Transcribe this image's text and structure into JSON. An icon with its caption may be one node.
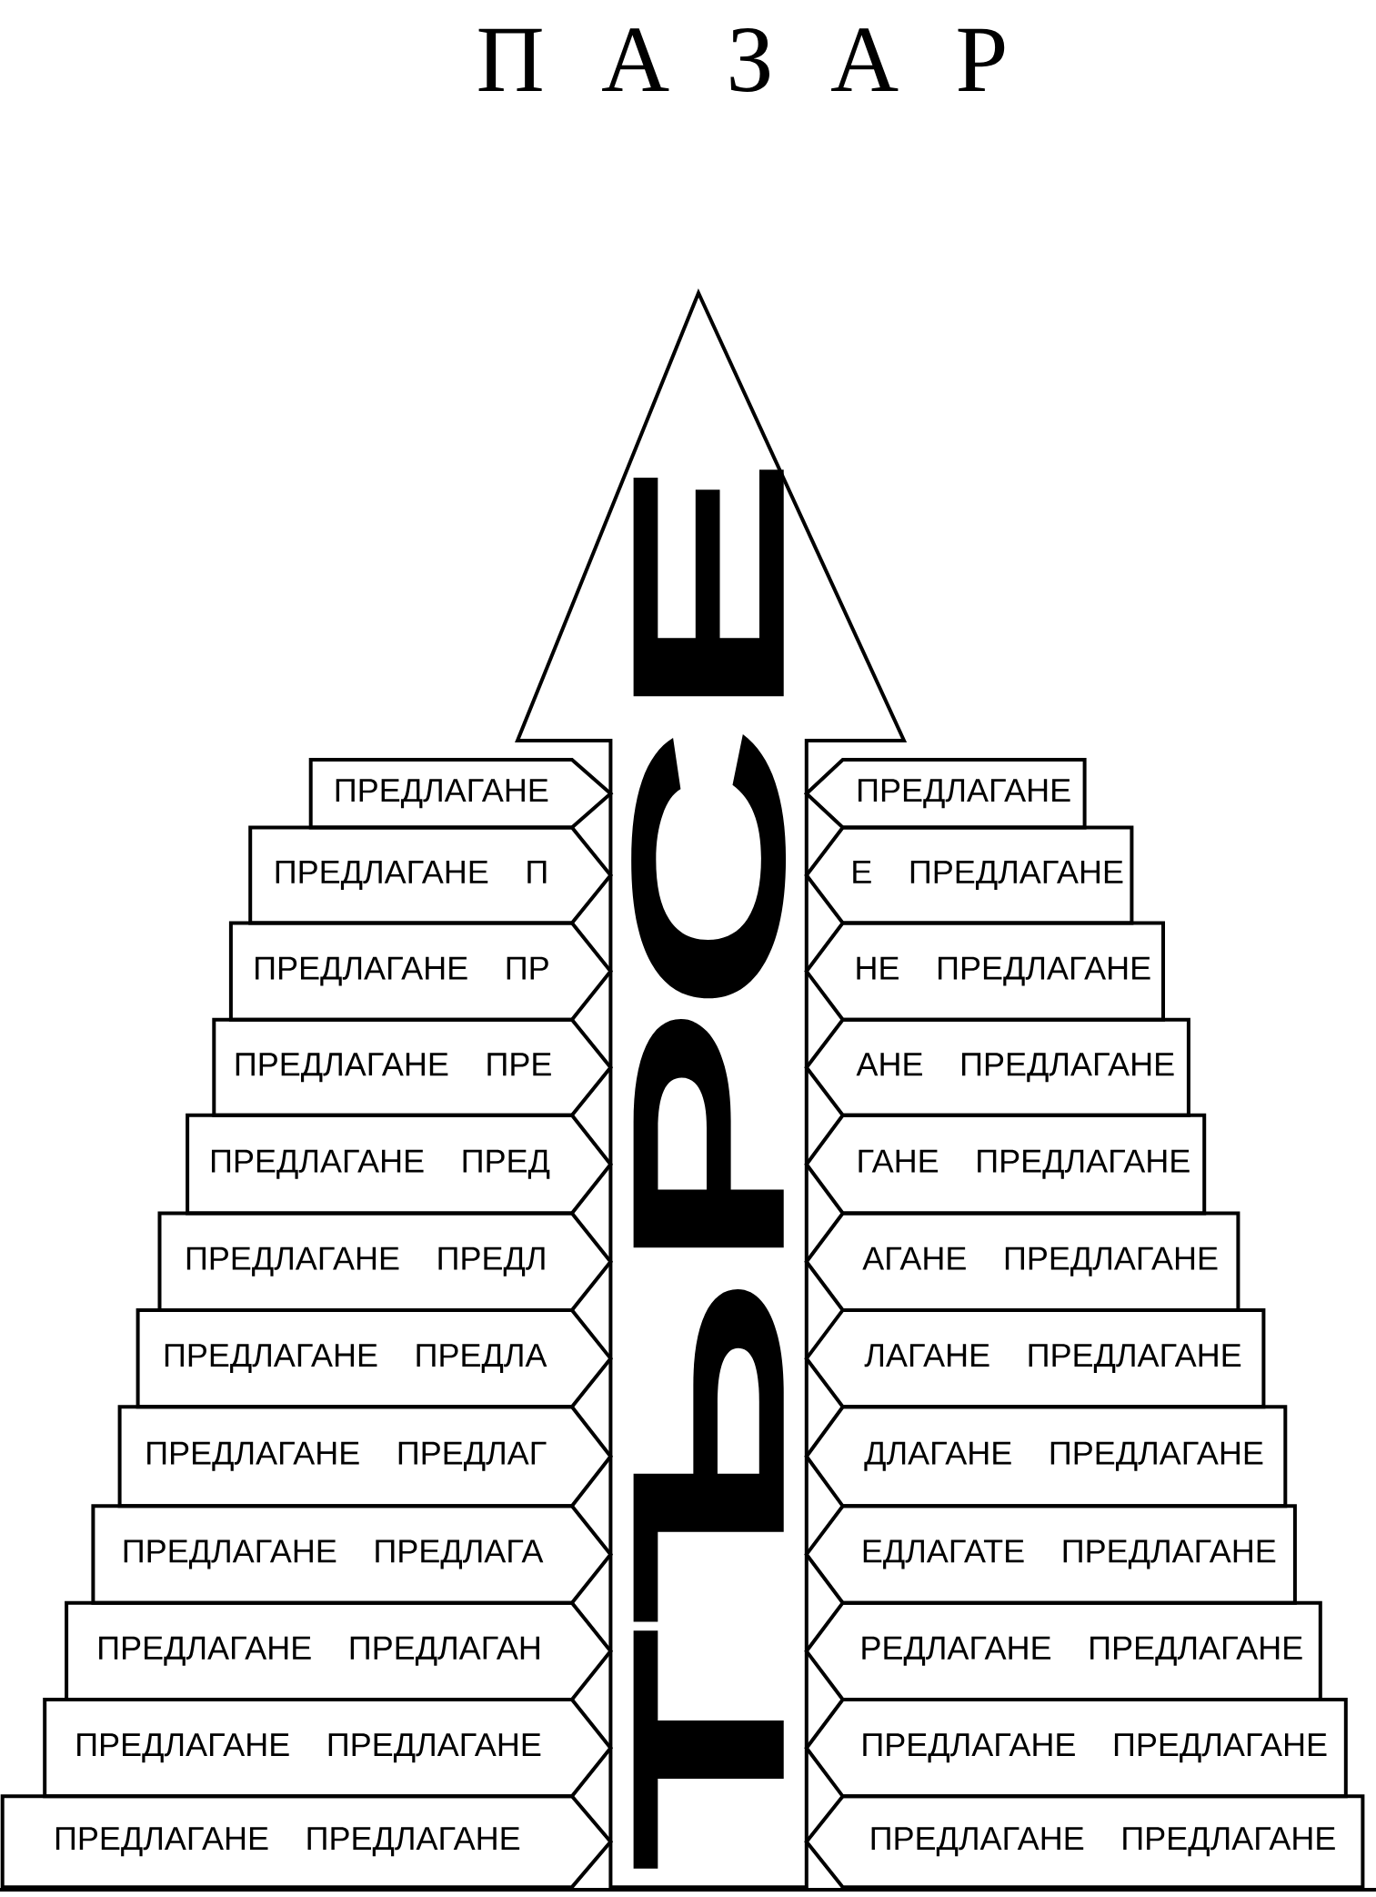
{
  "diagram": {
    "title": "П А З А Р",
    "nodes": [
      {
        "text": [
          "ТЪРСЕ"
        ]
      },
      {
        "text": [
          "ПРЕДЛАГАНЕ"
        ]
      },
      {
        "text": [
          "ПРЕДЛАГАНЕ"
        ]
      },
      {
        "text": [
          "ПРЕДЛАГАНЕ П"
        ]
      },
      {
        "text": [
          "Е ПРЕДЛАГАНЕ"
        ]
      },
      {
        "text": [
          "ПРЕДЛАГАНЕ ПР"
        ]
      },
      {
        "text": [
          "НЕ ПРЕДЛАГАНЕ"
        ]
      },
      {
        "text": [
          "ПРЕДЛАГАНЕ ПРЕ"
        ]
      },
      {
        "text": [
          "АНЕ ПРЕДЛАГАНЕ"
        ]
      },
      {
        "text": [
          "ПРЕДЛАГАНЕ ПРЕД"
        ]
      },
      {
        "text": [
          "ГАНЕ ПРЕДЛАГАНЕ"
        ]
      },
      {
        "text": [
          "ПРЕДЛАГАНЕ ПРЕДЛ"
        ]
      },
      {
        "text": [
          "АГАНЕ ПРЕДЛАГАНЕ"
        ]
      },
      {
        "text": [
          "ПРЕДЛАГАНЕ ПРЕДЛА"
        ]
      },
      {
        "text": [
          "ЛАГАНЕ ПРЕДЛАГАНЕ"
        ]
      },
      {
        "text": [
          "ПРЕДЛАГАНЕ ПРЕДЛАГ"
        ]
      },
      {
        "text": [
          "ДЛАГАНЕ ПРЕДЛАГАНЕ"
        ]
      },
      {
        "text": [
          "ПРЕДЛАГАНЕ ПРЕДЛАГА"
        ]
      },
      {
        "text": [
          "ЕДЛАГАТЕ ПРЕДЛАГАНЕ"
        ]
      },
      {
        "text": [
          "ПРЕДЛАГАНЕ ПРЕДЛАГАН"
        ]
      },
      {
        "text": [
          "РЕДЛАГАНЕ ПРЕДЛАГАНЕ"
        ]
      },
      {
        "text": [
          "ПРЕДЛАГАНЕ ПРЕДЛАГАНЕ"
        ]
      },
      {
        "text": [
          "ПРЕДЛАГАНЕ ПРЕДЛАГАНЕ"
        ]
      },
      {
        "text": [
          "ПРЕДЛАГАНЕ ПРЕДЛАГАНЕ"
        ]
      },
      {
        "text": [
          "ПРЕДЛАГАНЕ ПРЕДЛАГАНЕ"
        ]
      }
    ]
  }
}
